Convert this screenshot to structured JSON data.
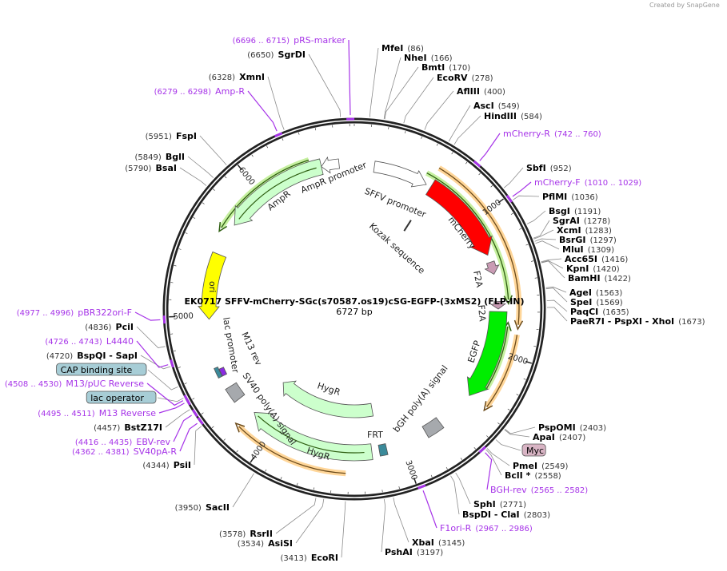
{
  "credit": "Created by SnapGene",
  "plasmid": {
    "name": "EK0717 SFFV-mCherry-SGc(s70587.os19)cSG-EGFP-(3xMS2) (FLP-IN)",
    "size": "6727 bp",
    "length_bp": 6727
  },
  "ticks": [
    "1000",
    "2000",
    "3000",
    "4000",
    "5000",
    "6000"
  ],
  "features": [
    {
      "name": "SFFV promoter",
      "color": "#ffffff"
    },
    {
      "name": "mCherry",
      "color": "#ff0000"
    },
    {
      "name": "F2A",
      "color": "#c99bb4"
    },
    {
      "name": "F2A",
      "color": "#c99bb4"
    },
    {
      "name": "EGFP",
      "color": "#00ee00"
    },
    {
      "name": "bGH poly(A) signal",
      "color": "#a6a9ad"
    },
    {
      "name": "FRT",
      "color": "#3b8a9a"
    },
    {
      "name": "HygR",
      "color": "#ccffcc"
    },
    {
      "name": "HygR",
      "color": "#ccffcc"
    },
    {
      "name": "SV40 poly(A) signal",
      "color": "#a6a9ad"
    },
    {
      "name": "M13 rev",
      "color": "#8a2be2"
    },
    {
      "name": "lac promoter",
      "color": "#3b8a9a"
    },
    {
      "name": "ori",
      "color": "#ffff00"
    },
    {
      "name": "AmpR",
      "color": "#ccffcc"
    },
    {
      "name": "AmpR promoter",
      "color": "#ffffff"
    },
    {
      "name": "Kozak sequence",
      "color": "#333333"
    }
  ],
  "sites": [
    {
      "name": "pRS-marker",
      "pos": "(6696 .. 6715)",
      "kind": "primer",
      "bp": 6705
    },
    {
      "name": "SgrDI",
      "pos": "(6650)",
      "kind": "enzyme",
      "bp": 6650
    },
    {
      "name": "XmnI",
      "pos": "(6328)",
      "kind": "enzyme",
      "bp": 6328
    },
    {
      "name": "Amp-R",
      "pos": "(6279 .. 6298)",
      "kind": "primer",
      "bp": 6288
    },
    {
      "name": "FspI",
      "pos": "(5951)",
      "kind": "enzyme",
      "bp": 5951
    },
    {
      "name": "BglI",
      "pos": "(5849)",
      "kind": "enzyme",
      "bp": 5849
    },
    {
      "name": "BsaI",
      "pos": "(5790)",
      "kind": "enzyme",
      "bp": 5790
    },
    {
      "name": "MfeI",
      "pos": "(86)",
      "kind": "enzyme",
      "bp": 86
    },
    {
      "name": "NheI",
      "pos": "(166)",
      "kind": "enzyme",
      "bp": 166
    },
    {
      "name": "BmtI",
      "pos": "(170)",
      "kind": "enzyme",
      "bp": 170
    },
    {
      "name": "EcoRV",
      "pos": "(278)",
      "kind": "enzyme",
      "bp": 278
    },
    {
      "name": "AflIII",
      "pos": "(400)",
      "kind": "enzyme",
      "bp": 400
    },
    {
      "name": "AscI",
      "pos": "(549)",
      "kind": "enzyme",
      "bp": 549
    },
    {
      "name": "HindIII",
      "pos": "(584)",
      "kind": "enzyme",
      "bp": 584
    },
    {
      "name": "mCherry-R",
      "pos": "(742 .. 760)",
      "kind": "primer",
      "bp": 751
    },
    {
      "name": "SbfI",
      "pos": "(952)",
      "kind": "enzyme",
      "bp": 952
    },
    {
      "name": "mCherry-F",
      "pos": "(1010 .. 1029)",
      "kind": "primer",
      "bp": 1019
    },
    {
      "name": "PflMI",
      "pos": "(1036)",
      "kind": "enzyme",
      "bp": 1036
    },
    {
      "name": "BsgI",
      "pos": "(1191)",
      "kind": "enzyme",
      "bp": 1191
    },
    {
      "name": "SgrAI",
      "pos": "(1278)",
      "kind": "enzyme",
      "bp": 1278
    },
    {
      "name": "XcmI",
      "pos": "(1283)",
      "kind": "enzyme",
      "bp": 1283
    },
    {
      "name": "BsrGI",
      "pos": "(1297)",
      "kind": "enzyme",
      "bp": 1297
    },
    {
      "name": "MluI",
      "pos": "(1309)",
      "kind": "enzyme",
      "bp": 1309
    },
    {
      "name": "Acc65I",
      "pos": "(1416)",
      "kind": "enzyme",
      "bp": 1416
    },
    {
      "name": "KpnI",
      "pos": "(1420)",
      "kind": "enzyme",
      "bp": 1420
    },
    {
      "name": "BamHI",
      "pos": "(1422)",
      "kind": "enzyme",
      "bp": 1422
    },
    {
      "name": "AgeI",
      "pos": "(1563)",
      "kind": "enzyme",
      "bp": 1563
    },
    {
      "name": "SpeI",
      "pos": "(1569)",
      "kind": "enzyme",
      "bp": 1569
    },
    {
      "name": "PaqCI",
      "pos": "(1635)",
      "kind": "enzyme",
      "bp": 1635
    },
    {
      "name": "PaeR7I  - PspXI  - XhoI",
      "pos": "(1673)",
      "kind": "enzyme",
      "bp": 1673
    },
    {
      "name": "PspOMI",
      "pos": "(2403)",
      "kind": "enzyme",
      "bp": 2403
    },
    {
      "name": "ApaI",
      "pos": "(2407)",
      "kind": "enzyme",
      "bp": 2407
    },
    {
      "name": "Myc",
      "pos": "",
      "kind": "feature-box",
      "bp": 2480
    },
    {
      "name": "PmeI",
      "pos": "(2549)",
      "kind": "enzyme",
      "bp": 2549
    },
    {
      "name": "BclI *",
      "pos": "(2558)",
      "kind": "enzyme",
      "bp": 2558
    },
    {
      "name": "BGH-rev",
      "pos": "(2565 .. 2582)",
      "kind": "primer",
      "bp": 2573
    },
    {
      "name": "SphI",
      "pos": "(2771)",
      "kind": "enzyme",
      "bp": 2771
    },
    {
      "name": "BspDI  - ClaI",
      "pos": "(2803)",
      "kind": "enzyme",
      "bp": 2803
    },
    {
      "name": "F1ori-R",
      "pos": "(2967 .. 2986)",
      "kind": "primer",
      "bp": 2976
    },
    {
      "name": "XbaI",
      "pos": "(3145)",
      "kind": "enzyme",
      "bp": 3145
    },
    {
      "name": "PshAI",
      "pos": "(3197)",
      "kind": "enzyme",
      "bp": 3197
    },
    {
      "name": "EcoRI",
      "pos": "(3413)",
      "kind": "enzyme",
      "bp": 3413
    },
    {
      "name": "AsiSI",
      "pos": "(3534)",
      "kind": "enzyme",
      "bp": 3534
    },
    {
      "name": "RsrII",
      "pos": "(3578)",
      "kind": "enzyme",
      "bp": 3578
    },
    {
      "name": "SacII",
      "pos": "(3950)",
      "kind": "enzyme",
      "bp": 3950
    },
    {
      "name": "PsiI",
      "pos": "(4344)",
      "kind": "enzyme",
      "bp": 4344
    },
    {
      "name": "SV40pA-R",
      "pos": "(4362 .. 4381)",
      "kind": "primer",
      "bp": 4371
    },
    {
      "name": "EBV-rev",
      "pos": "(4416 .. 4435)",
      "kind": "primer",
      "bp": 4425
    },
    {
      "name": "BstZ17I",
      "pos": "(4457)",
      "kind": "enzyme",
      "bp": 4457
    },
    {
      "name": "M13 Reverse",
      "pos": "(4495 .. 4511)",
      "kind": "primer",
      "bp": 4503
    },
    {
      "name": "lac operator",
      "pos": "",
      "kind": "feature-box",
      "bp": 4530
    },
    {
      "name": "M13/pUC Reverse",
      "pos": "(4508 .. 4530)",
      "kind": "primer",
      "bp": 4519
    },
    {
      "name": "CAP binding site",
      "pos": "",
      "kind": "feature-box",
      "bp": 4600
    },
    {
      "name": "BspQI  - SapI",
      "pos": "(4720)",
      "kind": "enzyme",
      "bp": 4720
    },
    {
      "name": "L4440",
      "pos": "(4726 .. 4743)",
      "kind": "primer",
      "bp": 4734
    },
    {
      "name": "PciI",
      "pos": "(4836)",
      "kind": "enzyme",
      "bp": 4836
    },
    {
      "name": "pBR322ori-F",
      "pos": "(4977 .. 4996)",
      "kind": "primer",
      "bp": 4986
    }
  ],
  "colors": {
    "primer": "#a633e8",
    "enzyme_line": "#8c8c8c",
    "orange_arrow": "#ffd699",
    "box_teal": "#a7cdd6",
    "box_pink": "#d8b4c4"
  }
}
